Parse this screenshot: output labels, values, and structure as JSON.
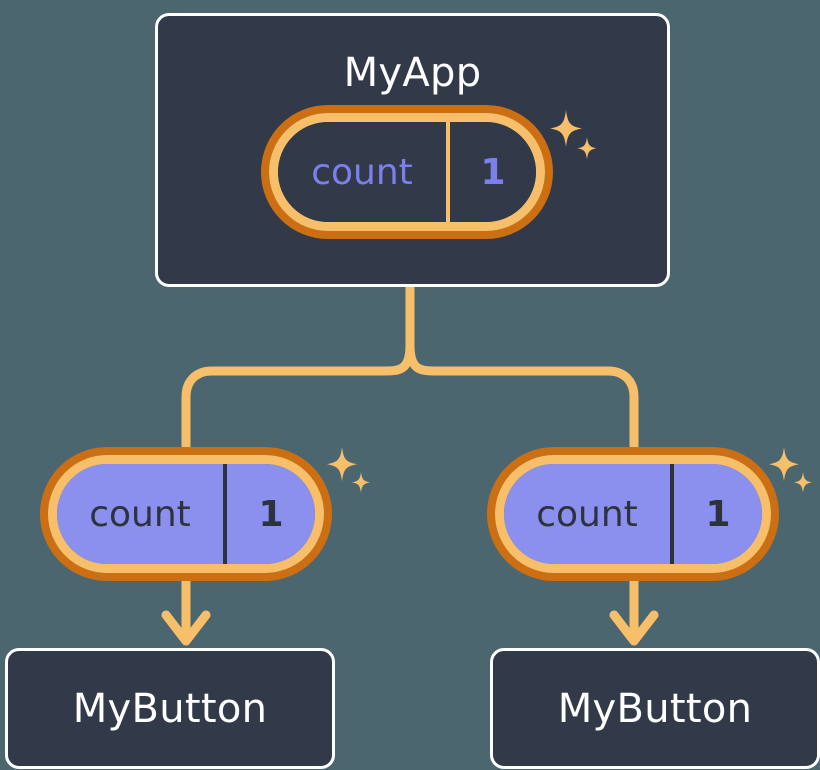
{
  "diagram": {
    "type": "component-state-tree",
    "description": "React component tree showing state 'count' lifted into MyApp and passed down to two MyButton children",
    "colors": {
      "background": "#4c6670",
      "card_fill": "#323a49",
      "card_border": "#ffffff",
      "pill_inner_border": "#f8bf6a",
      "pill_outer_ring": "#cc6f12",
      "pill_leaf_fill": "#8b90ef",
      "state_text_purple": "#7b80ec",
      "connector_line": "#f8bf6a",
      "dark_text": "#2d333e"
    }
  },
  "root": {
    "title": "MyApp",
    "state": {
      "name": "count",
      "value": "1"
    }
  },
  "children": [
    {
      "state": {
        "name": "count",
        "value": "1"
      },
      "title": "MyButton"
    },
    {
      "state": {
        "name": "count",
        "value": "1"
      },
      "title": "MyButton"
    }
  ]
}
